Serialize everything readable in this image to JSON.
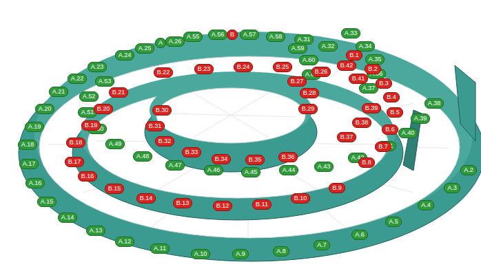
{
  "diagram": {
    "nodes": [
      {
        "text": [
          "A.2"
        ]
      },
      {
        "text": [
          "A.3"
        ]
      },
      {
        "text": [
          "A.4"
        ]
      },
      {
        "text": [
          "A.5"
        ]
      },
      {
        "text": [
          "A.6"
        ]
      },
      {
        "text": [
          "A.7"
        ]
      },
      {
        "text": [
          "A.8"
        ]
      },
      {
        "text": [
          "A.9"
        ]
      },
      {
        "text": [
          "A.10"
        ]
      },
      {
        "text": [
          "A.11"
        ]
      },
      {
        "text": [
          "A.12"
        ]
      },
      {
        "text": [
          "A.13"
        ]
      },
      {
        "text": [
          "A.14"
        ]
      },
      {
        "text": [
          "A.15"
        ]
      },
      {
        "text": [
          "A.16"
        ]
      },
      {
        "text": [
          "A.17"
        ]
      },
      {
        "text": [
          "A.18"
        ]
      },
      {
        "text": [
          "A.19"
        ]
      },
      {
        "text": [
          "A.20"
        ]
      },
      {
        "text": [
          "A.21"
        ]
      },
      {
        "text": [
          "A.22"
        ]
      },
      {
        "text": [
          "A.23"
        ]
      },
      {
        "text": [
          "A.24"
        ]
      },
      {
        "text": [
          "A.25"
        ]
      },
      {
        "text": [
          "A"
        ]
      },
      {
        "text": [
          "A.26"
        ]
      },
      {
        "text": [
          "A.55"
        ]
      },
      {
        "text": [
          "A.56"
        ]
      },
      {
        "text": [
          "B"
        ]
      },
      {
        "text": [
          "A.57"
        ]
      },
      {
        "text": [
          "A.58"
        ]
      },
      {
        "text": [
          "A.31"
        ]
      },
      {
        "text": [
          "A.33"
        ]
      },
      {
        "text": [
          "A.32"
        ]
      },
      {
        "text": [
          "A.34"
        ]
      },
      {
        "text": [
          "A.59"
        ]
      },
      {
        "text": [
          "A.60"
        ]
      },
      {
        "text": [
          "A.35"
        ]
      },
      {
        "text": [
          "A.36"
        ]
      },
      {
        "text": [
          "A.61"
        ]
      },
      {
        "text": [
          "A.37"
        ]
      },
      {
        "text": [
          "A.38"
        ]
      },
      {
        "text": [
          "A.39"
        ]
      },
      {
        "text": [
          "A.40"
        ]
      },
      {
        "text": [
          "A.41"
        ]
      },
      {
        "text": [
          "A.42"
        ]
      },
      {
        "text": [
          "A.43"
        ]
      },
      {
        "text": [
          "A.44"
        ]
      },
      {
        "text": [
          "A.45"
        ]
      },
      {
        "text": [
          "A.46"
        ]
      },
      {
        "text": [
          "A.47"
        ]
      },
      {
        "text": [
          "A.48"
        ]
      },
      {
        "text": [
          "A.49"
        ]
      },
      {
        "text": [
          "A.50"
        ]
      },
      {
        "text": [
          "A.51"
        ]
      },
      {
        "text": [
          "A.52"
        ]
      },
      {
        "text": [
          "A.53"
        ]
      },
      {
        "text": [
          "B.1"
        ]
      },
      {
        "text": [
          "B.2"
        ]
      },
      {
        "text": [
          "B.3"
        ]
      },
      {
        "text": [
          "B.4"
        ]
      },
      {
        "text": [
          "B.5"
        ]
      },
      {
        "text": [
          "B.6"
        ]
      },
      {
        "text": [
          "B.7"
        ]
      },
      {
        "text": [
          "B.8"
        ]
      },
      {
        "text": [
          "B.9"
        ]
      },
      {
        "text": [
          "B.10"
        ]
      },
      {
        "text": [
          "B.11"
        ]
      },
      {
        "text": [
          "B.12"
        ]
      },
      {
        "text": [
          "B.13"
        ]
      },
      {
        "text": [
          "B.14"
        ]
      },
      {
        "text": [
          "B.15"
        ]
      },
      {
        "text": [
          "B.16"
        ]
      },
      {
        "text": [
          "B.17"
        ]
      },
      {
        "text": [
          "B.18"
        ]
      },
      {
        "text": [
          "B.19"
        ]
      },
      {
        "text": [
          "B.20"
        ]
      },
      {
        "text": [
          "B.21"
        ]
      },
      {
        "text": [
          "B.22"
        ]
      },
      {
        "text": [
          "B.23"
        ]
      },
      {
        "text": [
          "B.24"
        ]
      },
      {
        "text": [
          "B.25"
        ]
      },
      {
        "text": [
          "B.26"
        ]
      },
      {
        "text": [
          "B.42"
        ]
      },
      {
        "text": [
          "B.41"
        ]
      },
      {
        "text": [
          "B.27"
        ]
      },
      {
        "text": [
          "B.28"
        ]
      },
      {
        "text": [
          "B.29"
        ]
      },
      {
        "text": [
          "B.30"
        ]
      },
      {
        "text": [
          "B.31"
        ]
      },
      {
        "text": [
          "B.32"
        ]
      },
      {
        "text": [
          "B.33"
        ]
      },
      {
        "text": [
          "B.34"
        ]
      },
      {
        "text": [
          "B.35"
        ]
      },
      {
        "text": [
          "B.36"
        ]
      },
      {
        "text": [
          "B.37"
        ]
      },
      {
        "text": [
          "B.38"
        ]
      },
      {
        "text": [
          "B.39"
        ]
      }
    ]
  }
}
